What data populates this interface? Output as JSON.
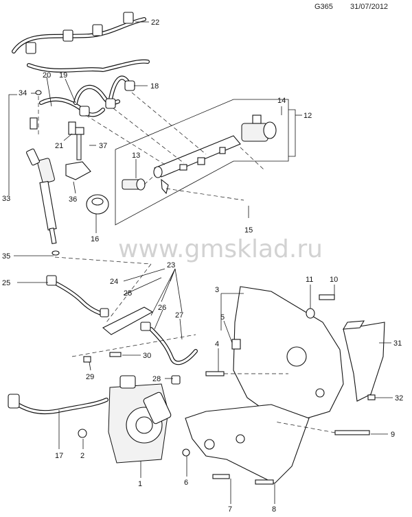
{
  "header": {
    "code": "G365",
    "date": "31/07/2012"
  },
  "watermark": "www.gmsklad.ru",
  "callouts": [
    "1",
    "2",
    "3",
    "4",
    "5",
    "6",
    "7",
    "8",
    "9",
    "10",
    "11",
    "12",
    "13",
    "14",
    "15",
    "16",
    "17",
    "18",
    "19",
    "20",
    "21",
    "22",
    "23",
    "24",
    "25",
    "26",
    "27",
    "28",
    "29",
    "30",
    "31",
    "32",
    "33",
    "34",
    "35",
    "36",
    "37"
  ]
}
